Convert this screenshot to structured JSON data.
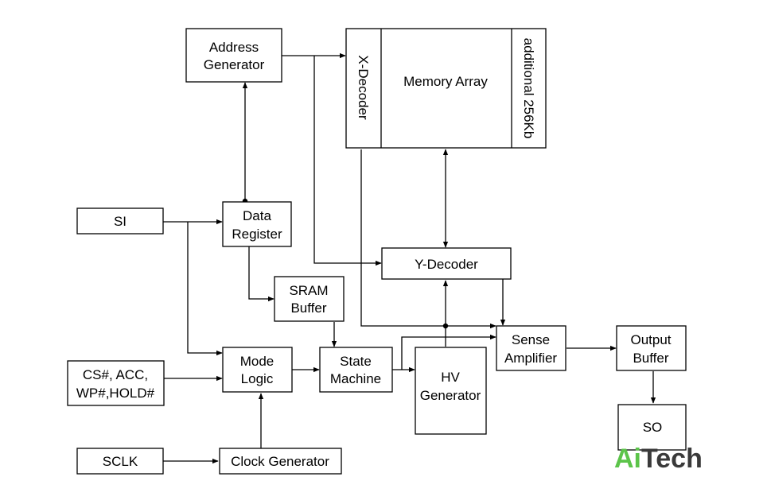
{
  "blocks": {
    "address_generator": [
      "Address",
      "Generator"
    ],
    "x_decoder": "X-Decoder",
    "memory_array": "Memory Array",
    "additional": "additional 256Kb",
    "si": "SI",
    "data_register": [
      "Data",
      "Register"
    ],
    "y_decoder": "Y-Decoder",
    "sram_buffer": [
      "SRAM",
      "Buffer"
    ],
    "sense_amplifier": [
      "Sense",
      "Amplifier"
    ],
    "output_buffer": [
      "Output",
      "Buffer"
    ],
    "control_inputs": [
      "CS#, ACC,",
      "WP#,HOLD#"
    ],
    "mode_logic": [
      "Mode",
      "Logic"
    ],
    "state_machine": [
      "State",
      "Machine"
    ],
    "hv_generator": [
      "HV",
      "Generator"
    ],
    "so": "SO",
    "sclk": "SCLK",
    "clock_generator": "Clock Generator"
  },
  "watermark": {
    "part1": "Ai",
    "part2": "Tech",
    "colors": {
      "part1": "#5cc44a",
      "part2": "#3a3a3a"
    }
  }
}
